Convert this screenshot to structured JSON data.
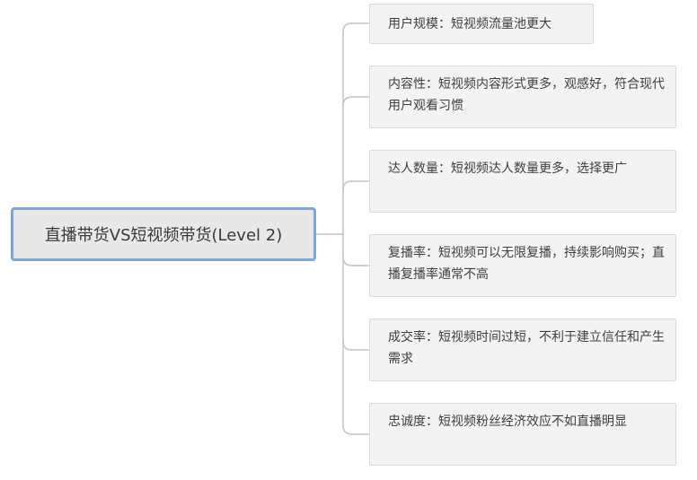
{
  "mindmap": {
    "root": {
      "label": "直播带货VS短视频带货(Level 2)"
    },
    "children": [
      {
        "label": "用户规模：短视频流量池更大"
      },
      {
        "label": "内容性：短视频内容形式更多，观感好，符合现代用户观看习惯"
      },
      {
        "label": "达人数量：短视频达人数量更多，选择更广"
      },
      {
        "label": "复播率：短视频可以无限复播，持续影响购买；直播复播率通常不高"
      },
      {
        "label": "成交率：短视频时间过短，不利于建立信任和产生需求"
      },
      {
        "label": "忠诚度：短视频粉丝经济效应不如直播明显"
      }
    ],
    "colors": {
      "root_border": "#7ea6d8",
      "root_fill": "#e8e8e8",
      "child_fill": "#f3f3f3",
      "connector": "#c4c4c4"
    }
  }
}
